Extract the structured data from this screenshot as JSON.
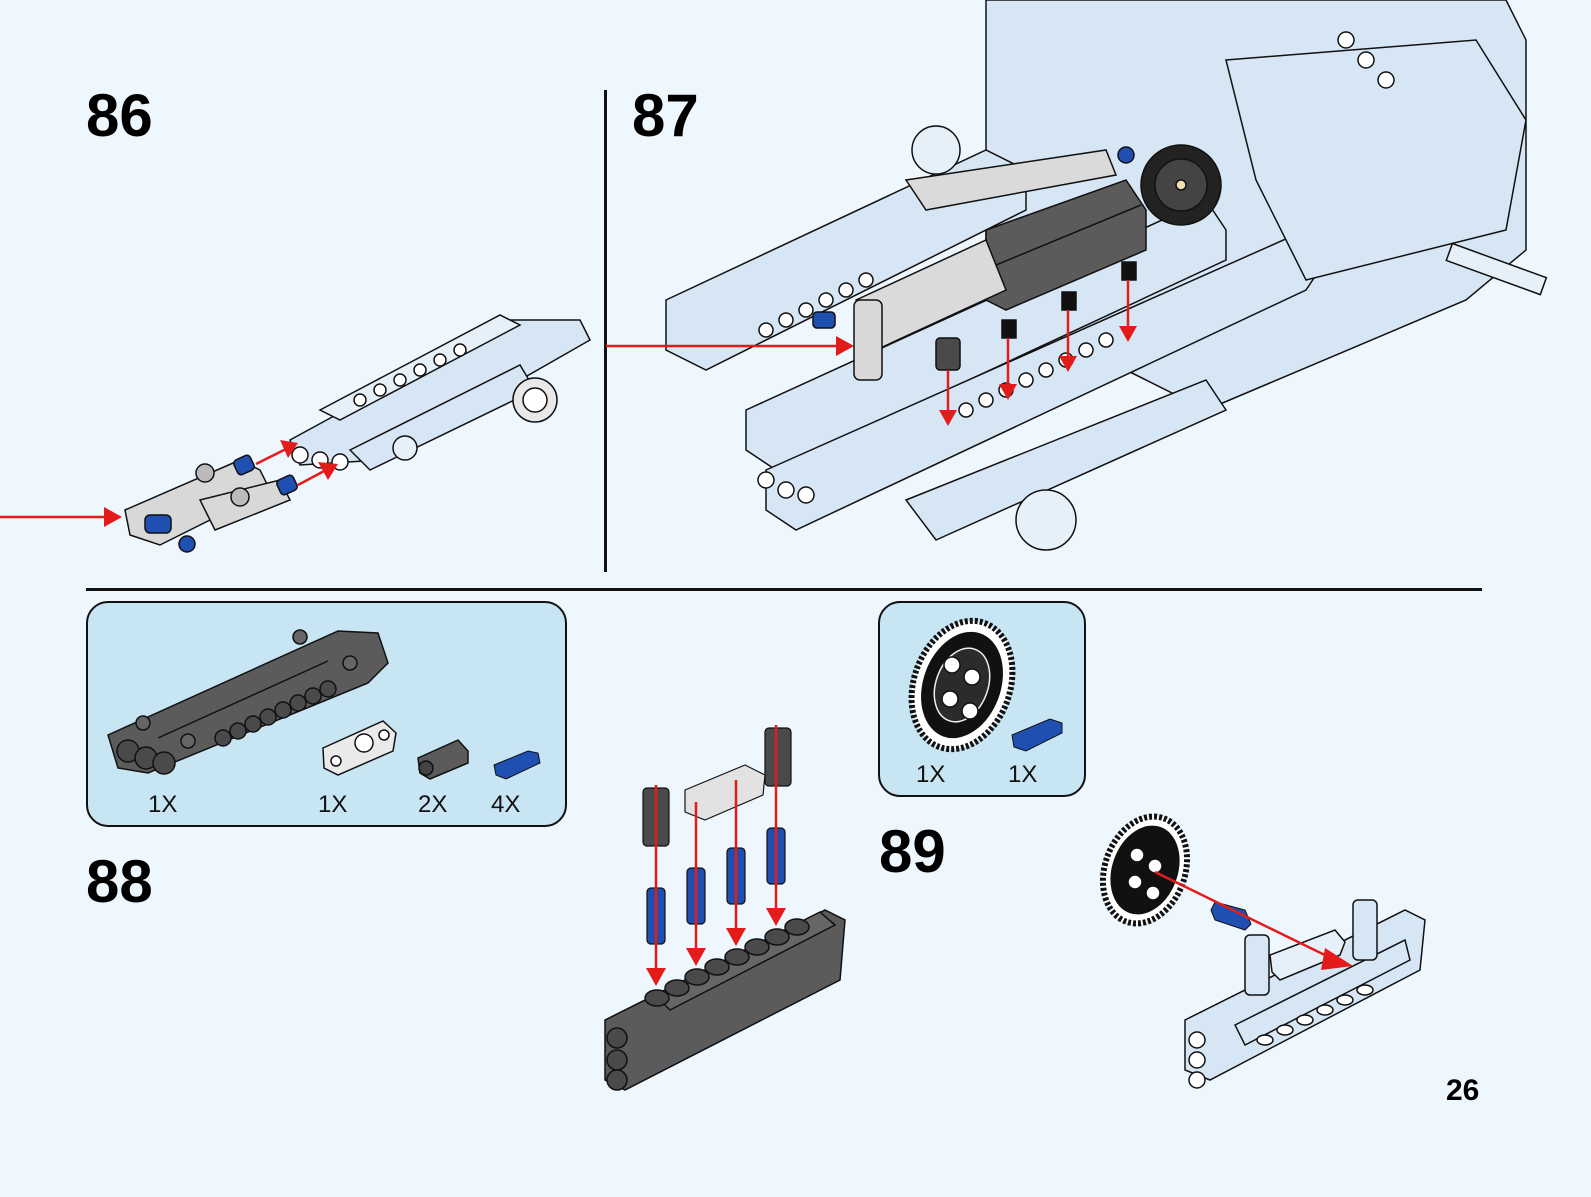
{
  "page": {
    "page_number": "26",
    "background_color": "#eef6fe"
  },
  "colors": {
    "arrow": "#e41b1b",
    "part_light": "#d6e6f4",
    "part_dark": "#5b5b5b",
    "part_grey": "#d8d8d8",
    "part_blue": "#1f4fb0",
    "parts_box_fill": "#c8e5f3",
    "outline": "#111111"
  },
  "steps": [
    {
      "number": "86",
      "description": "Attach grey connector assembly with blue pins to light frame assembly"
    },
    {
      "number": "87",
      "description": "Attach sub-assembly into chassis frame"
    },
    {
      "number": "88",
      "description": "Insert blue pins, bushes and link into dark grey panel"
    },
    {
      "number": "89",
      "description": "Attach 40-tooth gear with blue pin to frame"
    }
  ],
  "parts_lists": {
    "step88": {
      "items": [
        {
          "part": "dark-grey-panel",
          "quantity": "1X"
        },
        {
          "part": "light-grey-link",
          "quantity": "1X"
        },
        {
          "part": "dark-grey-bush",
          "quantity": "2X"
        },
        {
          "part": "blue-pin",
          "quantity": "4X"
        }
      ]
    },
    "step89": {
      "items": [
        {
          "part": "black-gear-40-tooth",
          "quantity": "1X"
        },
        {
          "part": "blue-pin",
          "quantity": "1X"
        }
      ]
    }
  }
}
